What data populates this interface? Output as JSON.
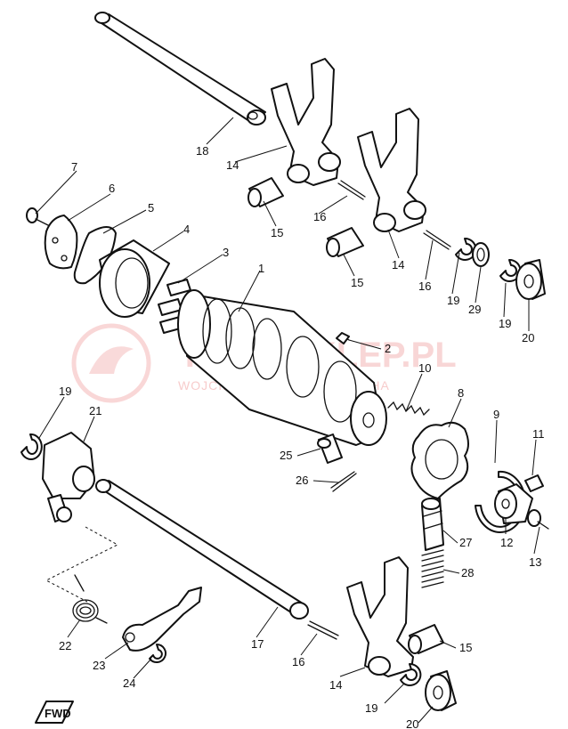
{
  "watermark": {
    "text": "YOMOSKLEP.PL",
    "subtext": "WOJCIECH ... DEALER YAMAHA",
    "color": "#e87a7a"
  },
  "fwd_label": "FWD",
  "callouts": [
    "18",
    "14",
    "7",
    "6",
    "5",
    "4",
    "3",
    "1",
    "15",
    "16",
    "14",
    "15",
    "16",
    "19",
    "29",
    "19",
    "20",
    "2",
    "10",
    "8",
    "9",
    "11",
    "19",
    "21",
    "25",
    "26",
    "27",
    "28",
    "12",
    "13",
    "17",
    "16",
    "14",
    "15",
    "22",
    "23",
    "24",
    "19",
    "20"
  ]
}
